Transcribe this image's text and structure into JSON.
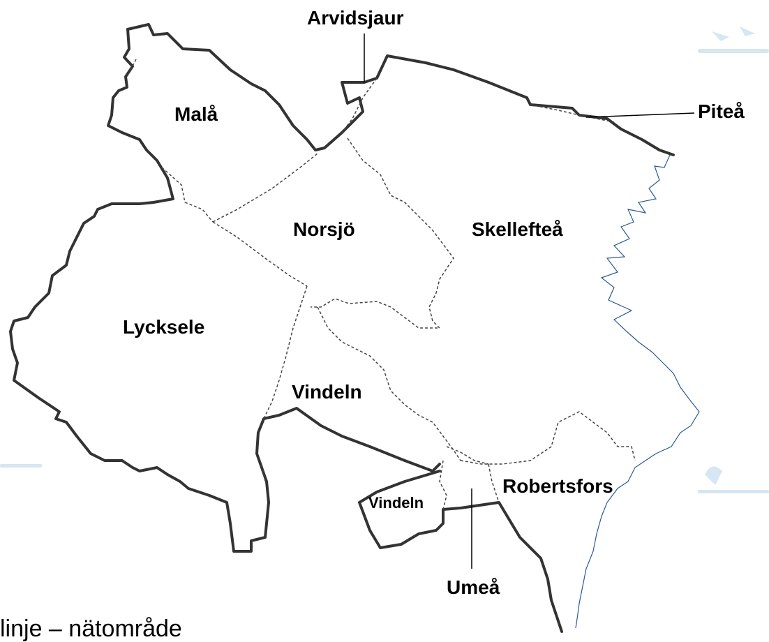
{
  "regions": [
    {
      "id": "arvidsjaur",
      "label": "Arvidsjaur"
    },
    {
      "id": "malå",
      "label": "Malå"
    },
    {
      "id": "piteå",
      "label": "Piteå"
    },
    {
      "id": "norsjö",
      "label": "Norsjö"
    },
    {
      "id": "skellefteå",
      "label": "Skellefteå"
    },
    {
      "id": "lycksele",
      "label": "Lycksele"
    },
    {
      "id": "vindeln",
      "label": "Vindeln"
    },
    {
      "id": "vindeln-2",
      "label": "Vindeln"
    },
    {
      "id": "robertsfors",
      "label": "Robertsfors"
    },
    {
      "id": "umeå",
      "label": "Umeå"
    }
  ],
  "legend": {
    "caption": "linje – nätområde"
  },
  "colors": {
    "outer_border": "#333333",
    "inner_border": "#444444",
    "coastline": "#2a5a9a",
    "decorative": "#d6e6f2"
  }
}
